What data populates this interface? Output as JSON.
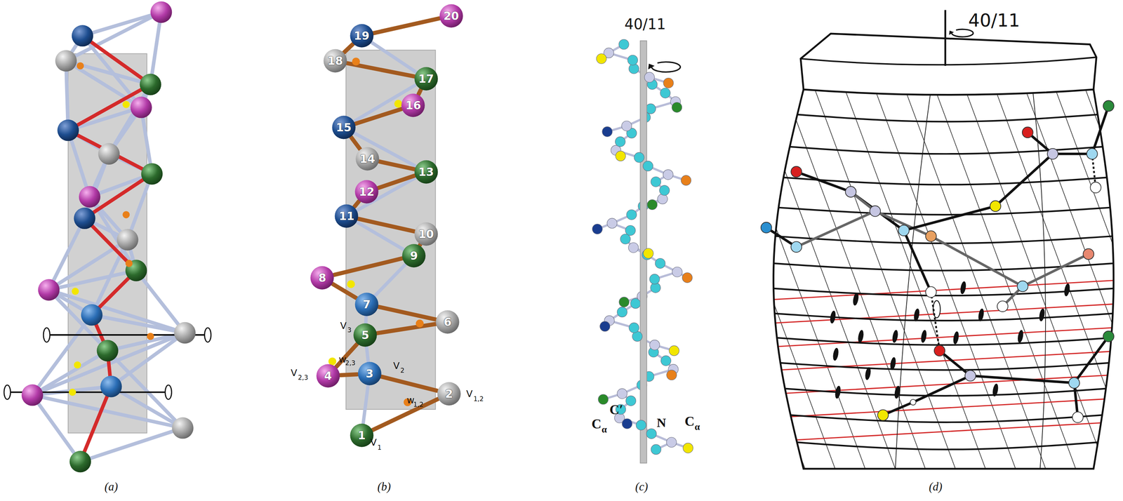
{
  "diagram": {
    "nodes": [
      {
        "text": [
          "1"
        ]
      },
      {
        "text": [
          "2"
        ]
      },
      {
        "text": [
          "3"
        ]
      },
      {
        "text": [
          "4"
        ]
      },
      {
        "text": [
          "5"
        ]
      },
      {
        "text": [
          "6"
        ]
      },
      {
        "text": [
          "7"
        ]
      },
      {
        "text": [
          "8"
        ]
      },
      {
        "text": [
          "9"
        ]
      },
      {
        "text": [
          "10"
        ]
      },
      {
        "text": [
          "11"
        ]
      },
      {
        "text": [
          "12"
        ]
      },
      {
        "text": [
          "13"
        ]
      },
      {
        "text": [
          "14"
        ]
      },
      {
        "text": [
          "15"
        ]
      },
      {
        "text": [
          "16"
        ]
      },
      {
        "text": [
          "17"
        ]
      },
      {
        "text": [
          "18"
        ]
      },
      {
        "text": [
          "19"
        ]
      },
      {
        "text": [
          "20"
        ]
      }
    ],
    "edges": [
      {
        "from": 0,
        "to": 1,
        "arrow": "none"
      },
      {
        "from": 1,
        "to": 2,
        "arrow": "none"
      },
      {
        "from": 2,
        "to": 3,
        "arrow": "none"
      },
      {
        "from": 3,
        "to": 4,
        "arrow": "none"
      },
      {
        "from": 4,
        "to": 5,
        "arrow": "none"
      },
      {
        "from": 5,
        "to": 6,
        "arrow": "none"
      },
      {
        "from": 6,
        "to": 7,
        "arrow": "none"
      },
      {
        "from": 7,
        "to": 8,
        "arrow": "none"
      },
      {
        "from": 8,
        "to": 9,
        "arrow": "none"
      },
      {
        "from": 9,
        "to": 10,
        "arrow": "none"
      },
      {
        "from": 10,
        "to": 11,
        "arrow": "none"
      },
      {
        "from": 11,
        "to": 12,
        "arrow": "none"
      },
      {
        "from": 12,
        "to": 13,
        "arrow": "none"
      },
      {
        "from": 13,
        "to": 14,
        "arrow": "none"
      },
      {
        "from": 14,
        "to": 15,
        "arrow": "none"
      },
      {
        "from": 15,
        "to": 16,
        "arrow": "none"
      },
      {
        "from": 16,
        "to": 17,
        "arrow": "none"
      },
      {
        "from": 17,
        "to": 18,
        "arrow": "none"
      },
      {
        "from": 18,
        "to": 19,
        "arrow": "none"
      },
      {
        "from": 0,
        "to": 2,
        "arrow": "none"
      },
      {
        "from": 2,
        "to": 4,
        "arrow": "none"
      },
      {
        "from": 4,
        "to": 6,
        "arrow": "none"
      },
      {
        "from": 6,
        "to": 8,
        "arrow": "none"
      },
      {
        "from": 8,
        "to": 10,
        "arrow": "none"
      },
      {
        "from": 10,
        "to": 12,
        "arrow": "none"
      },
      {
        "from": 12,
        "to": 14,
        "arrow": "none"
      },
      {
        "from": 14,
        "to": 16,
        "arrow": "none"
      },
      {
        "from": 16,
        "to": 18,
        "arrow": "none"
      }
    ],
    "labels": [
      "V",
      "1",
      "V",
      "1,2",
      "w",
      "1,2",
      "V",
      "2",
      "V",
      "2,3",
      "w",
      "2,3",
      "V",
      "3",
      "40/11",
      "C′",
      "C",
      "α",
      "N",
      "C",
      "α",
      "40/11",
      "(a)",
      "(b)",
      "(c)",
      "(d)"
    ]
  }
}
